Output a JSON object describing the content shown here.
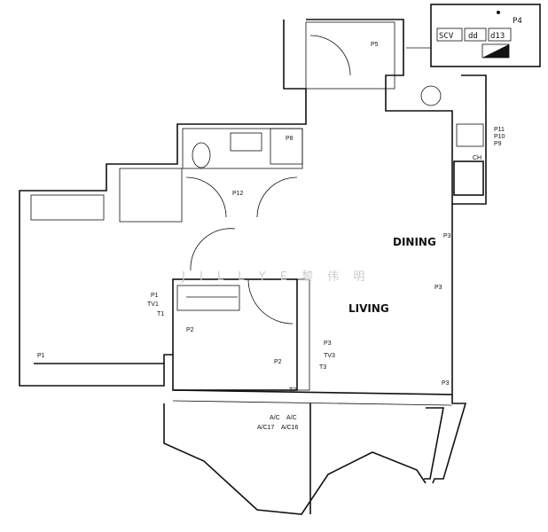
{
  "legend_box": {
    "switch_label": "P4",
    "buttons": [
      "SCV",
      "dd",
      "d13"
    ]
  },
  "rooms": {
    "dining": "DINING",
    "living": "LIVING"
  },
  "watermark": "J I L L Y E 黎 伟 明",
  "symbols": {
    "p5": "P5",
    "p11": "P11",
    "p10": "P10",
    "p9": "P9",
    "ch": "CH",
    "p8": "P8",
    "p12": "P12",
    "p3_dining_top": "P3",
    "p3_dining_mid": "P3",
    "p3_dining_bot": "P3",
    "p3_living": "P3",
    "tv3": "TV3",
    "t3": "T3",
    "p2_living": "P2",
    "t2": "T2",
    "ac1": "A/C",
    "ac2": "A/C",
    "ac17": "A/C17",
    "ac16": "A/C16",
    "p1_bed": "P1",
    "tv1": "TV1",
    "t1": "T1",
    "p2_bed": "P2",
    "p1_balcony": "P1"
  }
}
